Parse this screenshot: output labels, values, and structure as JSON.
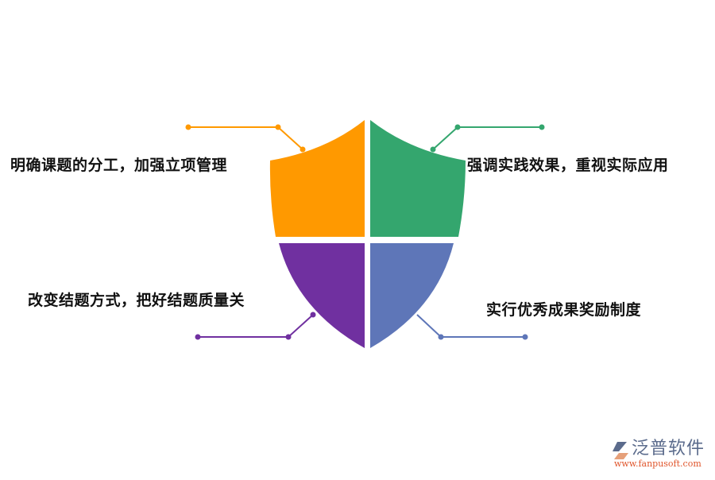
{
  "diagram": {
    "type": "shield-quadrant-infographic",
    "quadrants": [
      {
        "id": "top-left",
        "label": "明确课题的分工，加强立项管理",
        "color": "#FF9900"
      },
      {
        "id": "top-right",
        "label": "强调实践效果，重视实际应用",
        "color": "#34A66E"
      },
      {
        "id": "bottom-left",
        "label": "改变结题方式，把好结题质量关",
        "color": "#7030A0"
      },
      {
        "id": "bottom-right",
        "label": "实行优秀成果奖励制度",
        "color": "#5E76B8"
      }
    ]
  },
  "logo": {
    "name": "泛普软件",
    "url": "www.fanpusoft.com"
  }
}
